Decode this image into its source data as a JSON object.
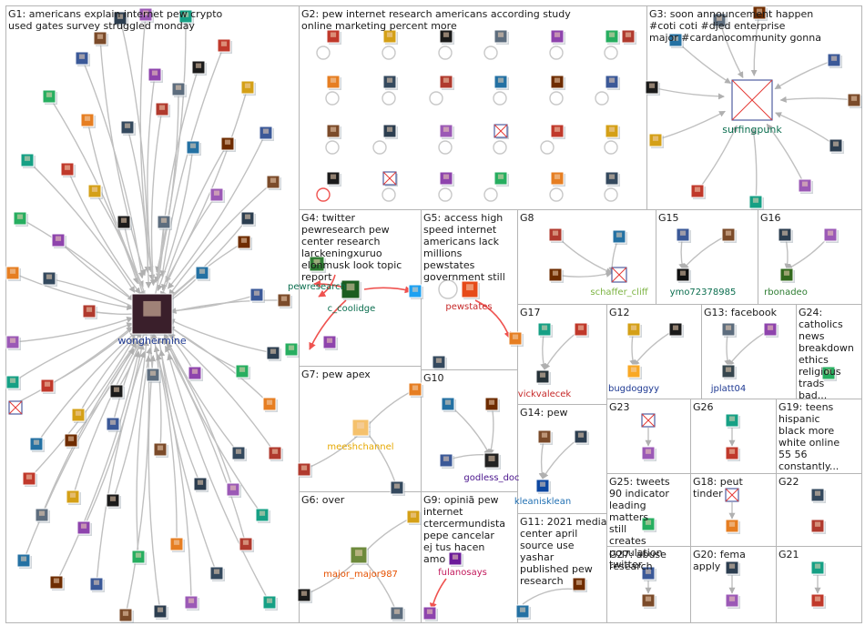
{
  "graph": {
    "groups": [
      {
        "id": "G1",
        "label": "G1: americans explain internet pew crypto used gates survey struggled monday",
        "hub": {
          "name": "wonghermine",
          "color": "#1f3a93"
        }
      },
      {
        "id": "G2",
        "label": "G2: pew internet research americans according study online marketing percent more"
      },
      {
        "id": "G3",
        "label": "G3: soon announcement happen #coti coti #djed enterprise major #cardanocommunity gonna",
        "hub": {
          "name": "surfingpunk",
          "color": "#0b6e4f"
        }
      },
      {
        "id": "G4",
        "label": "G4: twitter pewresearch pew center research larckeningxuruo elonmusk look topic report",
        "nodes": [
          {
            "name": "pewresearch",
            "color": "#0b6e4f"
          },
          {
            "name": "c_coolidge",
            "color": "#0b6e4f"
          }
        ]
      },
      {
        "id": "G5",
        "label": "G5: access high speed internet americans lack millions pewstates government still",
        "hub": {
          "name": "pewstates",
          "color": "#c62828"
        }
      },
      {
        "id": "G8",
        "label": "G8",
        "hub": {
          "name": "schaffer_cliff",
          "color": "#7cb342"
        }
      },
      {
        "id": "G15",
        "label": "G15",
        "hub": {
          "name": "ymo72378985",
          "color": "#0b6e4f"
        }
      },
      {
        "id": "G16",
        "label": "G16",
        "hub": {
          "name": "rbonadeo",
          "color": "#2e7d32"
        }
      },
      {
        "id": "G17",
        "label": "G17",
        "hub": {
          "name": "vickvalecek",
          "color": "#c62828"
        }
      },
      {
        "id": "G12",
        "label": "G12",
        "hub": {
          "name": "bugdoggyy",
          "color": "#1f3a93"
        }
      },
      {
        "id": "G13",
        "label": "G13: facebook",
        "hub": {
          "name": "jplatt04",
          "color": "#1f3a93"
        }
      },
      {
        "id": "G24",
        "label": "G24: catholics news breakdown ethics religious trads bad..."
      },
      {
        "id": "G7",
        "label": "G7: pew apex",
        "hub": {
          "name": "meeshchannel",
          "color": "#e6a800"
        }
      },
      {
        "id": "G10",
        "label": "G10",
        "hub": {
          "name": "godless_doc",
          "color": "#4a148c"
        }
      },
      {
        "id": "G14",
        "label": "G14: pew",
        "hub": {
          "name": "kleanisklean",
          "color": "#1f6fb2"
        }
      },
      {
        "id": "G23",
        "label": "G23"
      },
      {
        "id": "G26",
        "label": "G26"
      },
      {
        "id": "G19",
        "label": "G19: teens hispanic black more white online 55 56 constantly..."
      },
      {
        "id": "G6",
        "label": "G6: over",
        "hub": {
          "name": "major_major987",
          "color": "#e65100"
        }
      },
      {
        "id": "G9",
        "label": "G9: opiniã pew internet ctercermundista pepe cancelar ej tus hacen amo",
        "hub": {
          "name": "fulanosays",
          "color": "#c2185b"
        }
      },
      {
        "id": "G25",
        "label": "G25: tweets 90 indicator leading matters still creates population twitter"
      },
      {
        "id": "G18",
        "label": "G18: peut tinder"
      },
      {
        "id": "G22",
        "label": "G22"
      },
      {
        "id": "G11",
        "label": "G11: 2021 media center april source use yashar published pew research"
      },
      {
        "id": "G27",
        "label": "G27: abuse research"
      },
      {
        "id": "G20",
        "label": "G20: fema apply"
      },
      {
        "id": "G21",
        "label": "G21"
      }
    ]
  },
  "colors": {
    "border": "#b5b5b5",
    "edge": "#c0c0c0",
    "edge_red": "#ef5350",
    "label_text": "#1a1a1a"
  }
}
